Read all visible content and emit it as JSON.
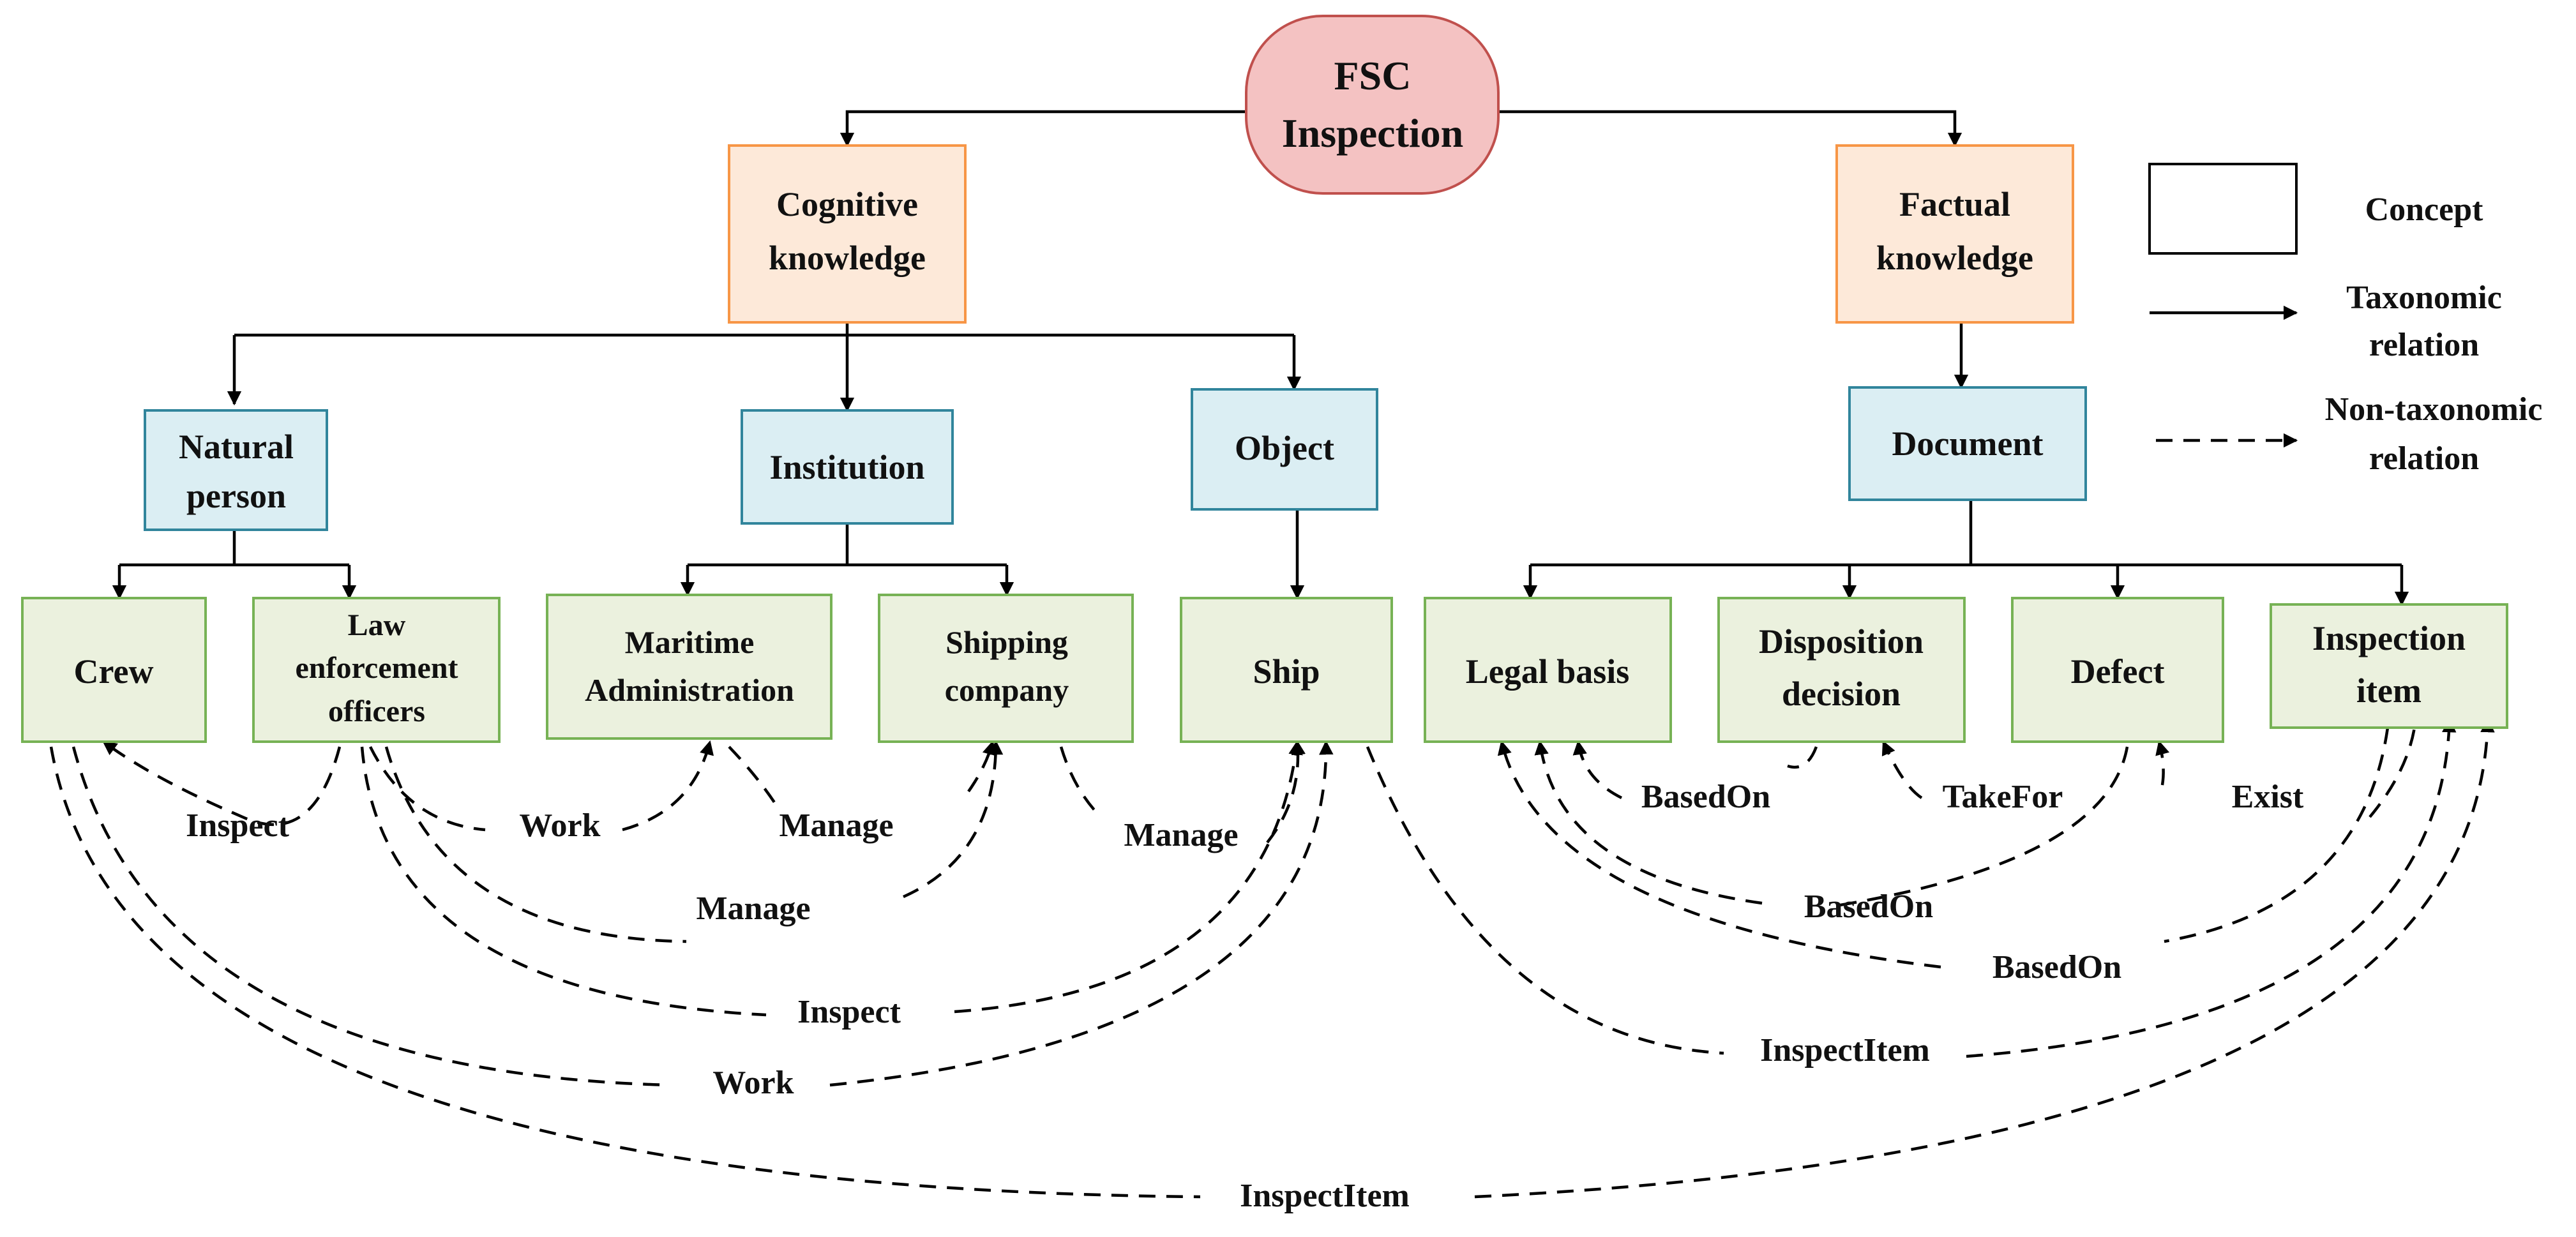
{
  "root": {
    "label_line1": "FSC",
    "label_line2": "Inspection"
  },
  "level1": {
    "cognitive": {
      "line1": "Cognitive",
      "line2": "knowledge"
    },
    "factual": {
      "line1": "Factual",
      "line2": "knowledge"
    }
  },
  "level2": {
    "natural_person": {
      "line1": "Natural",
      "line2": "person"
    },
    "institution": "Institution",
    "object": "Object",
    "document": "Document"
  },
  "level3": {
    "crew": "Crew",
    "law_officers": {
      "line1": "Law",
      "line2": "enforcement",
      "line3": "officers"
    },
    "maritime_admin": {
      "line1": "Maritime",
      "line2": "Administration"
    },
    "shipping_company": {
      "line1": "Shipping",
      "line2": "company"
    },
    "ship": "Ship",
    "legal_basis": "Legal basis",
    "disposition": {
      "line1": "Disposition",
      "line2": "decision"
    },
    "defect": "Defect",
    "inspection_item": {
      "line1": "Inspection",
      "line2": "item"
    }
  },
  "relations": {
    "inspect_crew": "Inspect",
    "work_admin": "Work",
    "manage_admin": "Manage",
    "manage_company": "Manage",
    "manage_ship": "Manage",
    "inspect_ship": "Inspect",
    "work_ship": "Work",
    "inspectitem_crew": "InspectItem",
    "basedon_disposition": "BasedOn",
    "takefor": "TakeFor",
    "exist": "Exist",
    "basedon_defect": "BasedOn",
    "basedon_item": "BasedOn",
    "inspectitem_ship": "InspectItem"
  },
  "legend": {
    "concept": "Concept",
    "taxonomic_line1": "Taxonomic",
    "taxonomic_line2": "relation",
    "nontax_line1": "Non-taxonomic",
    "nontax_line2": "relation"
  },
  "colors": {
    "root_fill": "#f4c2c2",
    "root_stroke": "#c0504d",
    "level1_fill": "#fde9d9",
    "level1_stroke": "#f79646",
    "level2_fill": "#dbeef3",
    "level2_stroke": "#31859c",
    "level3_fill": "#ebf1de",
    "level3_stroke": "#77b255"
  }
}
